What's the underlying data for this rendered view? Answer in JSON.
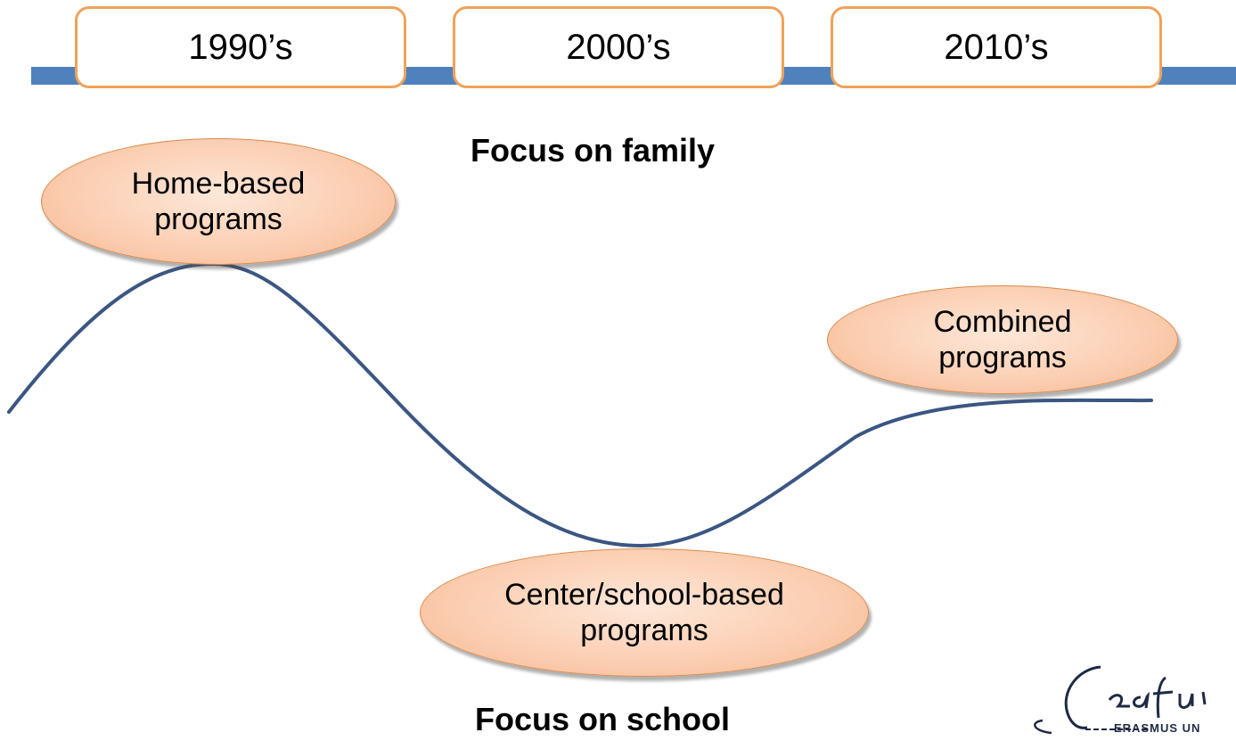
{
  "timeline": {
    "decades": [
      "1990’s",
      "2000’s",
      "2010’s"
    ],
    "bar_color": "#4f81bd",
    "box_border_color": "#f0a25a"
  },
  "ellipses": {
    "home_based": [
      "Home-based",
      "programs"
    ],
    "combined": [
      "Combined",
      "programs"
    ],
    "center_based": [
      "Center/school-based",
      "programs"
    ]
  },
  "labels": {
    "focus_family": "Focus on family",
    "focus_school": "Focus on school"
  },
  "logo": {
    "text": "ERASMUS UN"
  },
  "curve_color": "#3b5682"
}
